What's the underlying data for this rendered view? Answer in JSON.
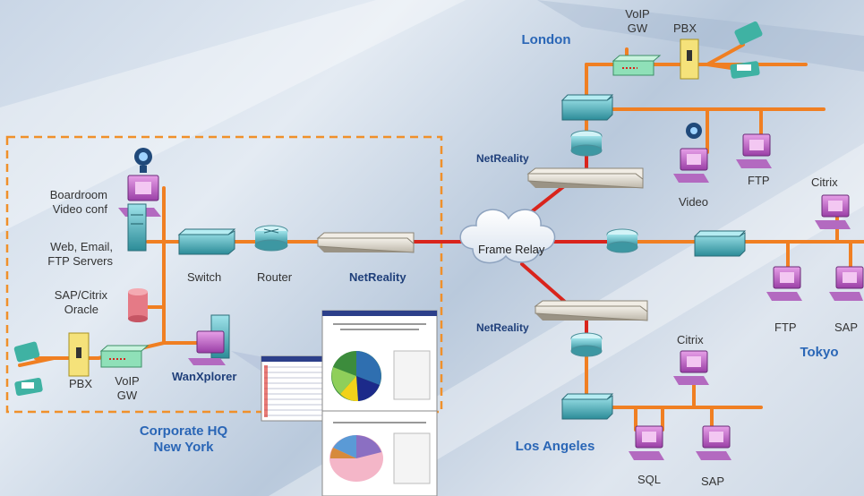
{
  "sites": {
    "hq_line1": "Corporate HQ",
    "hq_line2": "New York",
    "london": "London",
    "los_angeles": "Los Angeles",
    "tokyo": "Tokyo"
  },
  "labels": {
    "boardroom": "Boardroom",
    "video_conf": "Video conf",
    "web_email": "Web, Email,",
    "ftp_servers": "FTP  Servers",
    "sap_citrix": "SAP/Citrix",
    "oracle": "Oracle",
    "switch": "Switch",
    "router": "Router",
    "netreality": "NetReality",
    "frame_relay": "Frame Relay",
    "wanxplorer": "WanXplorer",
    "pbx": "PBX",
    "voip": "VoIP",
    "gw": "GW",
    "video": "Video",
    "ftp": "FTP",
    "citrix": "Citrix",
    "sap": "SAP",
    "sql": "SQL"
  },
  "colors": {
    "lan_link": "#f07f22",
    "wan_link": "#d9241c",
    "city_text": "#2a66b6",
    "hq_box": "#f0902a"
  }
}
